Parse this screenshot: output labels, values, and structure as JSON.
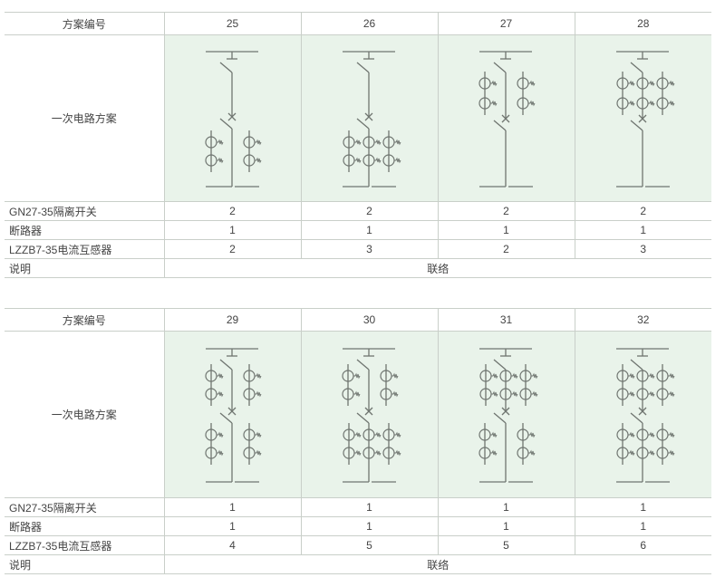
{
  "row_labels": {
    "scheme_no": "方案编号",
    "circuit": "一次电路方案",
    "disconnector": "GN27-35隔离开关",
    "breaker": "断路器",
    "ct": "LZZB7-35电流互感器",
    "remark": "说明"
  },
  "colors": {
    "diagram_bg": "#e9f3ea",
    "line": "#6f7570",
    "border": "#c9cfc9"
  },
  "tables": [
    {
      "remark": "联络",
      "schemes": [
        {
          "number": "25",
          "disconnector": "2",
          "breaker": "1",
          "ct": "2",
          "diagram": {
            "top_ct_columns": 0,
            "bottom_ct_columns": 2
          }
        },
        {
          "number": "26",
          "disconnector": "2",
          "breaker": "1",
          "ct": "3",
          "diagram": {
            "top_ct_columns": 0,
            "bottom_ct_columns": 3
          }
        },
        {
          "number": "27",
          "disconnector": "2",
          "breaker": "1",
          "ct": "2",
          "diagram": {
            "top_ct_columns": 2,
            "bottom_ct_columns": 0
          }
        },
        {
          "number": "28",
          "disconnector": "2",
          "breaker": "1",
          "ct": "3",
          "diagram": {
            "top_ct_columns": 3,
            "bottom_ct_columns": 0
          }
        }
      ]
    },
    {
      "remark": "联络",
      "schemes": [
        {
          "number": "29",
          "disconnector": "1",
          "breaker": "1",
          "ct": "4",
          "diagram": {
            "top_ct_columns": 2,
            "bottom_ct_columns": 2
          }
        },
        {
          "number": "30",
          "disconnector": "1",
          "breaker": "1",
          "ct": "5",
          "diagram": {
            "top_ct_columns": 2,
            "bottom_ct_columns": 3
          }
        },
        {
          "number": "31",
          "disconnector": "1",
          "breaker": "1",
          "ct": "5",
          "diagram": {
            "top_ct_columns": 3,
            "bottom_ct_columns": 2
          }
        },
        {
          "number": "32",
          "disconnector": "1",
          "breaker": "1",
          "ct": "6",
          "diagram": {
            "top_ct_columns": 3,
            "bottom_ct_columns": 3
          }
        }
      ]
    }
  ]
}
